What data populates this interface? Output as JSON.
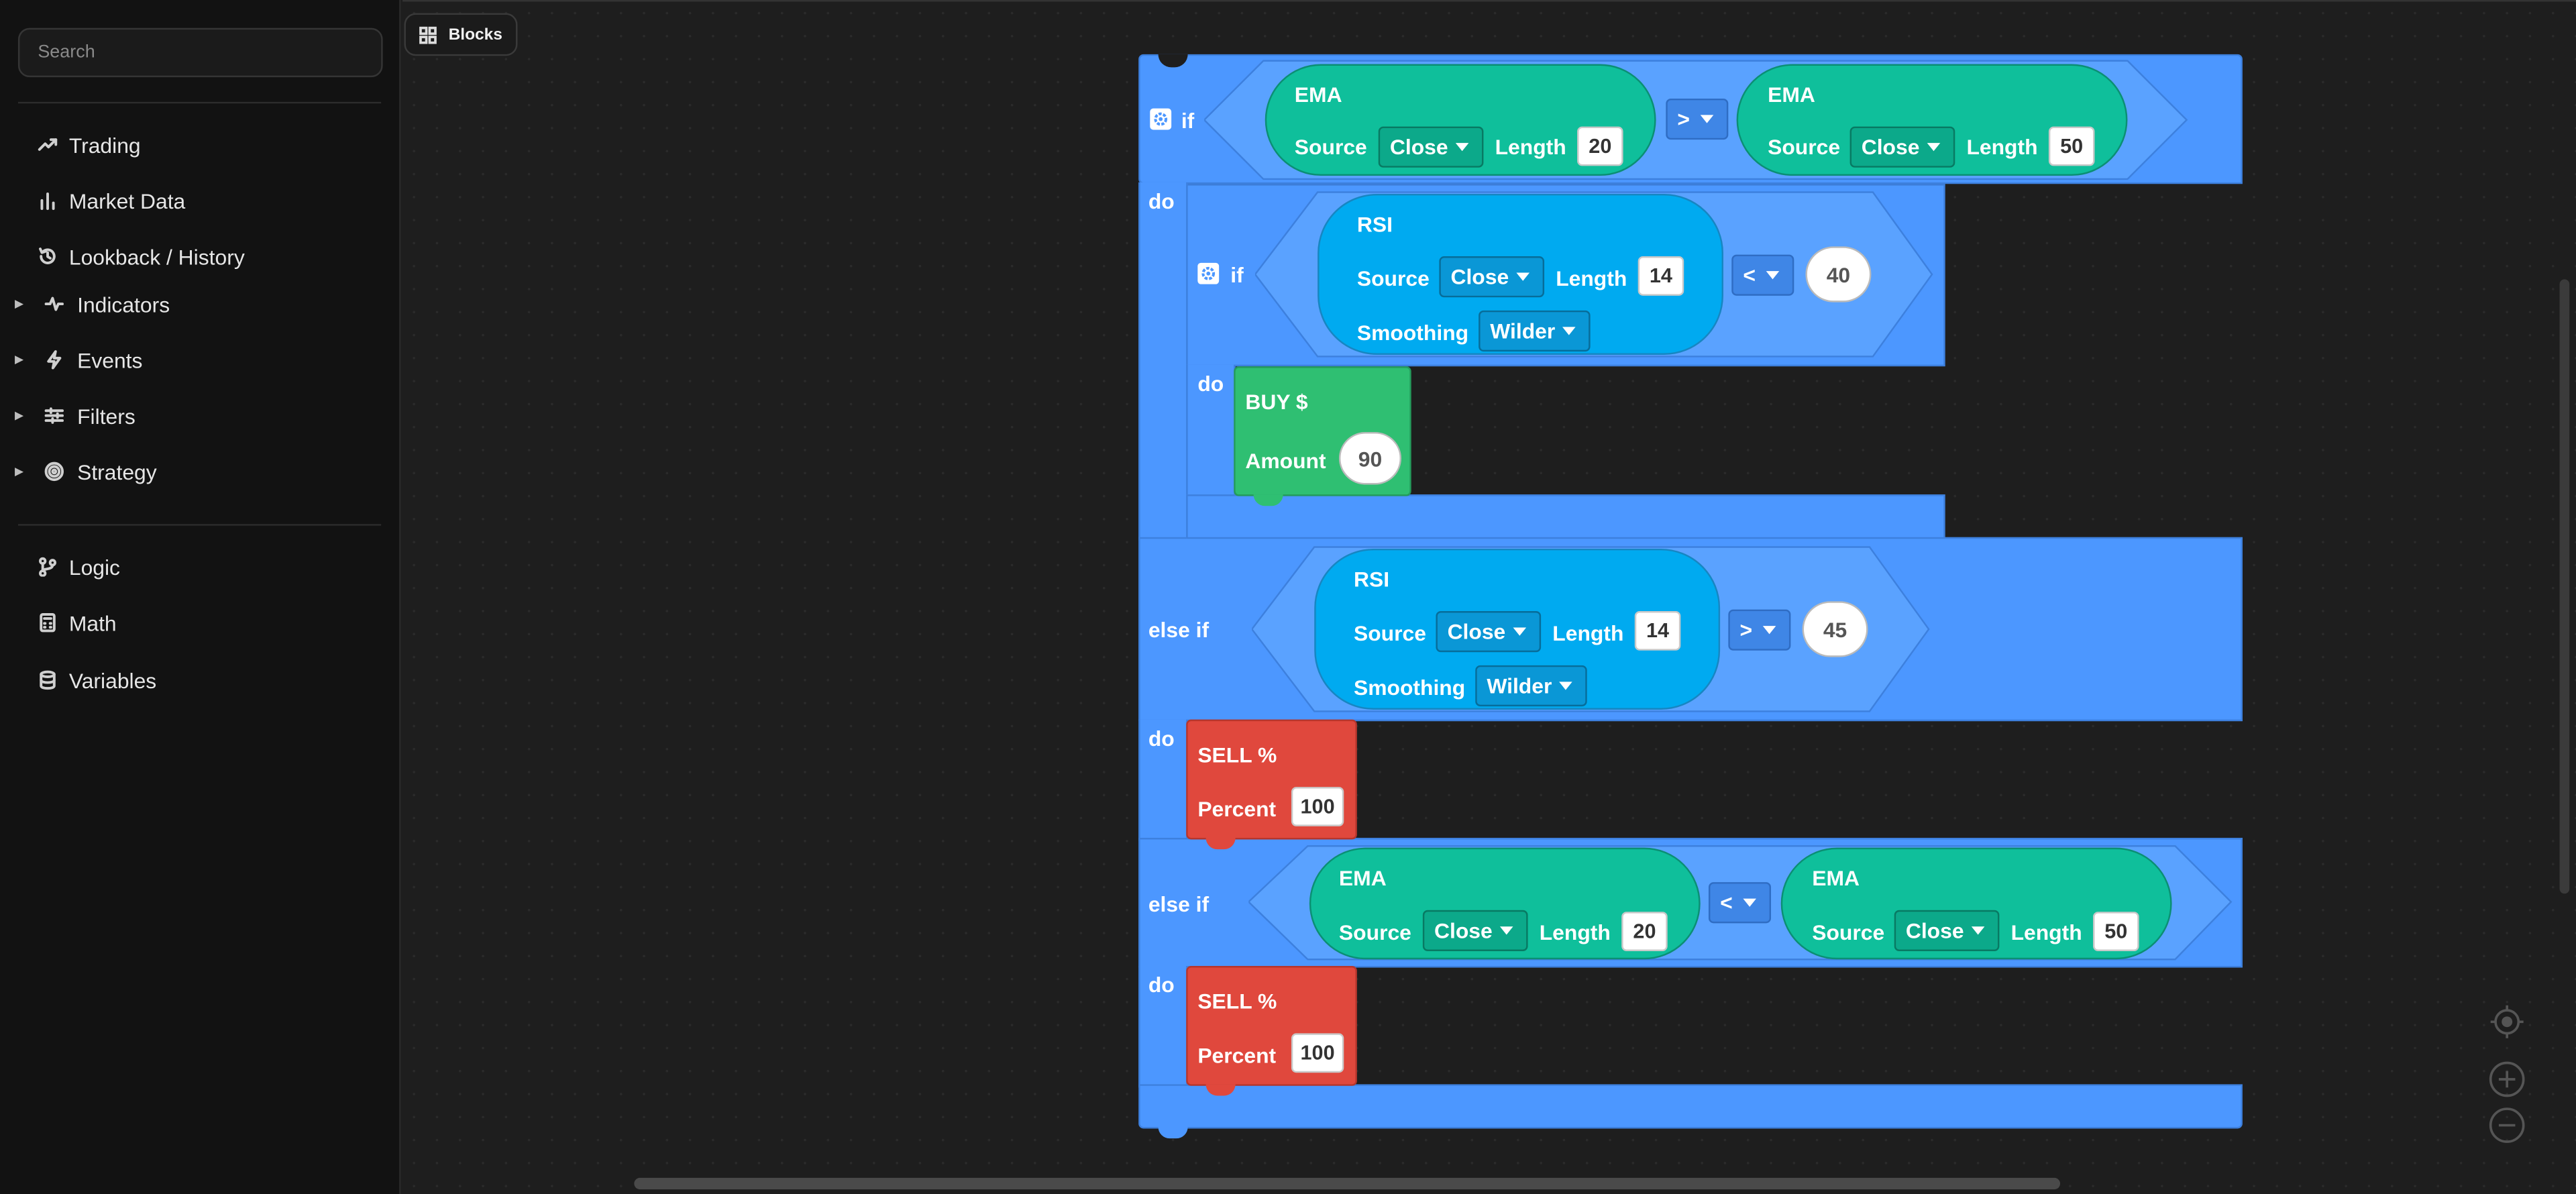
{
  "sidebar": {
    "search_placeholder": "Search",
    "top_items": [
      {
        "label": "Trading",
        "icon": "trending-up-icon"
      },
      {
        "label": "Market Data",
        "icon": "bar-chart-icon"
      },
      {
        "label": "Lookback / History",
        "icon": "history-icon"
      }
    ],
    "group_items": [
      {
        "label": "Indicators",
        "icon": "activity-icon"
      },
      {
        "label": "Events",
        "icon": "lightning-icon"
      },
      {
        "label": "Filters",
        "icon": "sliders-icon"
      },
      {
        "label": "Strategy",
        "icon": "target-icon"
      }
    ],
    "bottom_items": [
      {
        "label": "Logic",
        "icon": "git-branch-icon"
      },
      {
        "label": "Math",
        "icon": "calculator-icon"
      },
      {
        "label": "Variables",
        "icon": "database-icon"
      }
    ]
  },
  "toolbar": {
    "blocks_label": "Blocks"
  },
  "workspace": {
    "kw": {
      "if": "if",
      "do": "do",
      "else_if": "else if"
    },
    "if1": {
      "left": {
        "name": "EMA",
        "source_label": "Source",
        "source": "Close",
        "length_label": "Length",
        "length": "20"
      },
      "op": ">",
      "right": {
        "name": "EMA",
        "source_label": "Source",
        "source": "Close",
        "length_label": "Length",
        "length": "50"
      }
    },
    "inner_if": {
      "rsi": {
        "name": "RSI",
        "source_label": "Source",
        "source": "Close",
        "length_label": "Length",
        "length": "14",
        "smoothing_label": "Smoothing",
        "smoothing": "Wilder"
      },
      "op": "<",
      "value": "40"
    },
    "buy": {
      "title": "BUY $",
      "amount_label": "Amount",
      "amount": "90"
    },
    "elseif1": {
      "rsi": {
        "name": "RSI",
        "source_label": "Source",
        "source": "Close",
        "length_label": "Length",
        "length": "14",
        "smoothing_label": "Smoothing",
        "smoothing": "Wilder"
      },
      "op": ">",
      "value": "45"
    },
    "sell1": {
      "title": "SELL %",
      "percent_label": "Percent",
      "percent": "100"
    },
    "elseif2": {
      "left": {
        "name": "EMA",
        "source_label": "Source",
        "source": "Close",
        "length_label": "Length",
        "length": "20"
      },
      "op": "<",
      "right": {
        "name": "EMA",
        "source_label": "Source",
        "source": "Close",
        "length_label": "Length",
        "length": "50"
      }
    },
    "sell2": {
      "title": "SELL %",
      "percent_label": "Percent",
      "percent": "100"
    }
  },
  "colors": {
    "logic": "#4c97ff",
    "ema": "#0fbf9b",
    "rsi": "#00aaf0",
    "buy": "#2fbf72",
    "sell": "#e0483d"
  }
}
